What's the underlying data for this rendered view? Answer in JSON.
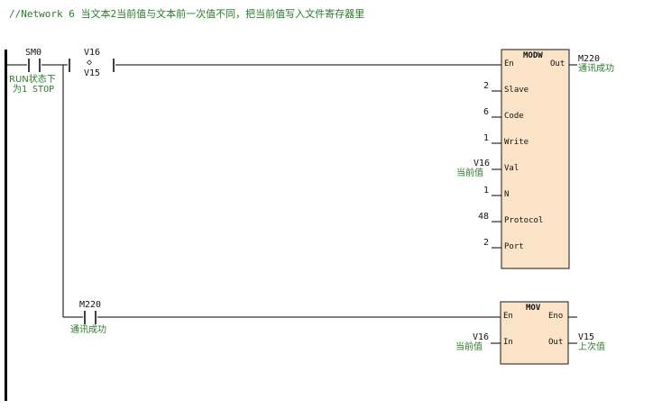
{
  "network": {
    "comment": "//Network 6  当文本2当前值与文本前一次值不同，把当前值写入文件寄存器里"
  },
  "rung1": {
    "contact_sm0": {
      "address": "SM0",
      "comment_line1": "RUN状态下",
      "comment_line2": "为1 STOP"
    },
    "contact_compare": {
      "address_top": "V16",
      "address_bottom": "V15",
      "symbol": "◇"
    },
    "modw": {
      "title": "MODW",
      "en_label": "En",
      "out_label": "Out",
      "out_address": "M220",
      "out_comment": "通讯成功",
      "params": [
        {
          "label": "Slave",
          "value": "2"
        },
        {
          "label": "Code",
          "value": "6"
        },
        {
          "label": "Write",
          "value": "1"
        },
        {
          "label": "Val",
          "value": "V16",
          "comment": "当前值"
        },
        {
          "label": "N",
          "value": "1"
        },
        {
          "label": "Protocol",
          "value": "48"
        },
        {
          "label": "Port",
          "value": "2"
        }
      ]
    }
  },
  "rung2": {
    "contact_m220": {
      "address": "M220",
      "comment": "通讯成功"
    },
    "mov": {
      "title": "MOV",
      "en_label": "En",
      "eno_label": "Eno",
      "in_label": "In",
      "out_label": "Out",
      "in_address": "V16",
      "in_comment": "当前值",
      "out_address": "V15",
      "out_comment": "上次值"
    }
  }
}
